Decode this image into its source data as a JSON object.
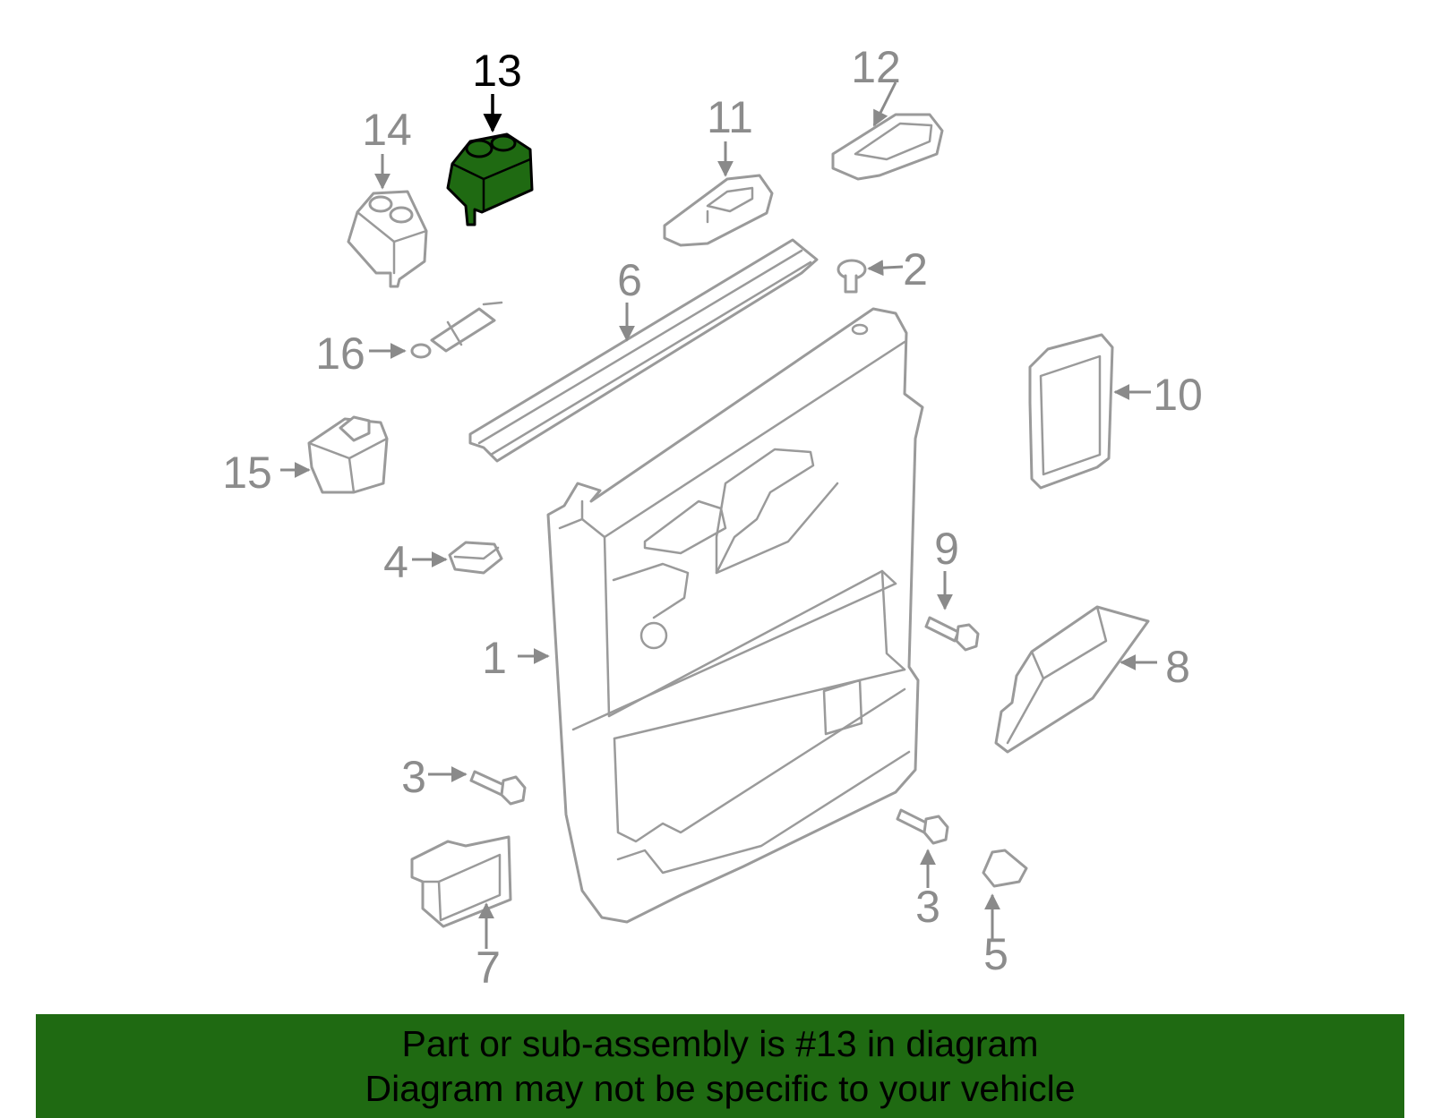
{
  "colors": {
    "highlight_fill": "#1f6a12",
    "banner_bg": "#1f6a12",
    "part_stroke": "#9a9a9a",
    "label_gray": "#8c8c8c",
    "label_highlight": "#000000"
  },
  "callouts": {
    "c1": "1",
    "c2": "2",
    "c3a": "3",
    "c3b": "3",
    "c4": "4",
    "c5": "5",
    "c6": "6",
    "c7": "7",
    "c8": "8",
    "c9": "9",
    "c10": "10",
    "c11": "11",
    "c12": "12",
    "c13": "13",
    "c14": "14",
    "c15": "15",
    "c16": "16"
  },
  "highlighted_part": "13",
  "banner": {
    "line1": "Part or sub-assembly is #13 in diagram",
    "line2": "Diagram may not be specific to your vehicle"
  }
}
